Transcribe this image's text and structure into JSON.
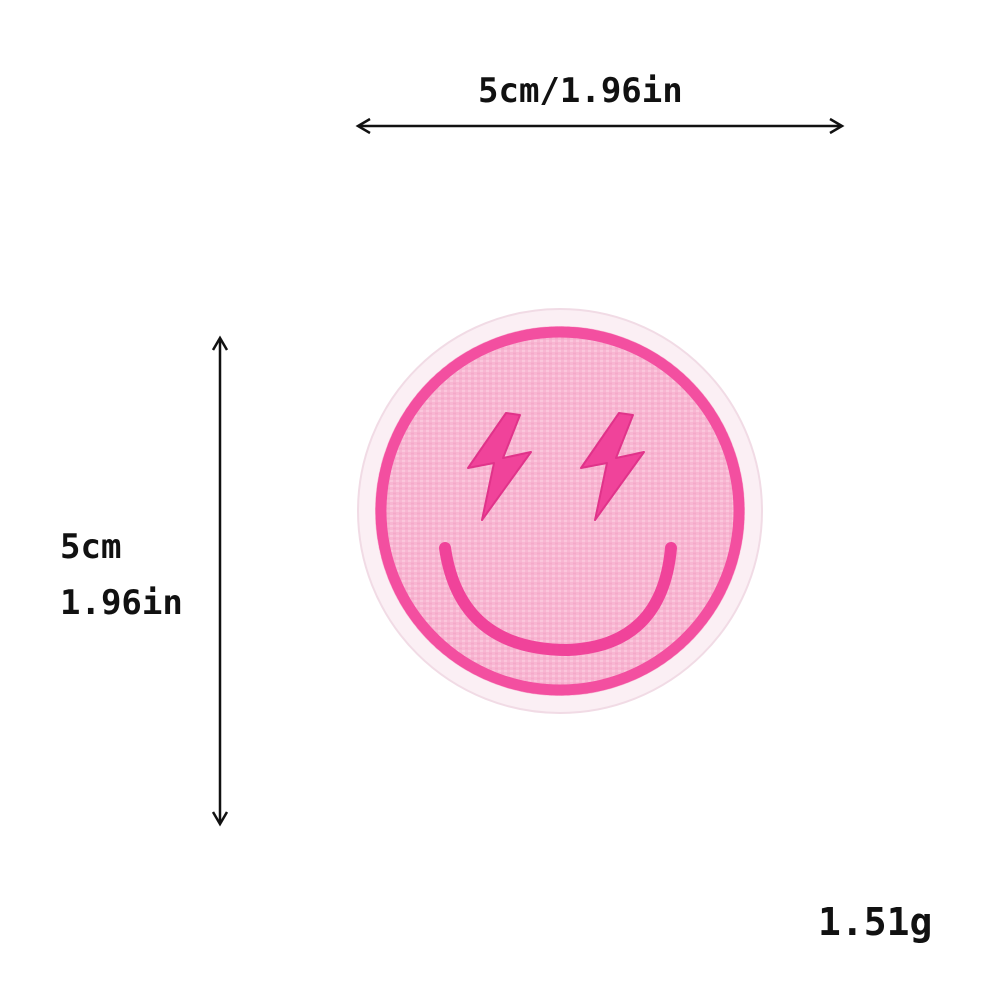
{
  "dimensions": {
    "width_label": "5cm/1.96in",
    "height_label_cm": "5cm",
    "height_label_in": "1.96in"
  },
  "weight": "1.51g",
  "colors": {
    "background": "#ffffff",
    "patch_fill": "#f8b6d2",
    "patch_border": "#f34fa0",
    "patch_base": "#fbeff4",
    "arrow": "#111111",
    "text": "#111111"
  },
  "icons": {
    "patch": "smiley-face-patch-icon",
    "eyes": "lightning-bolt-icon",
    "arrows": "double-headed-arrow-icon"
  }
}
